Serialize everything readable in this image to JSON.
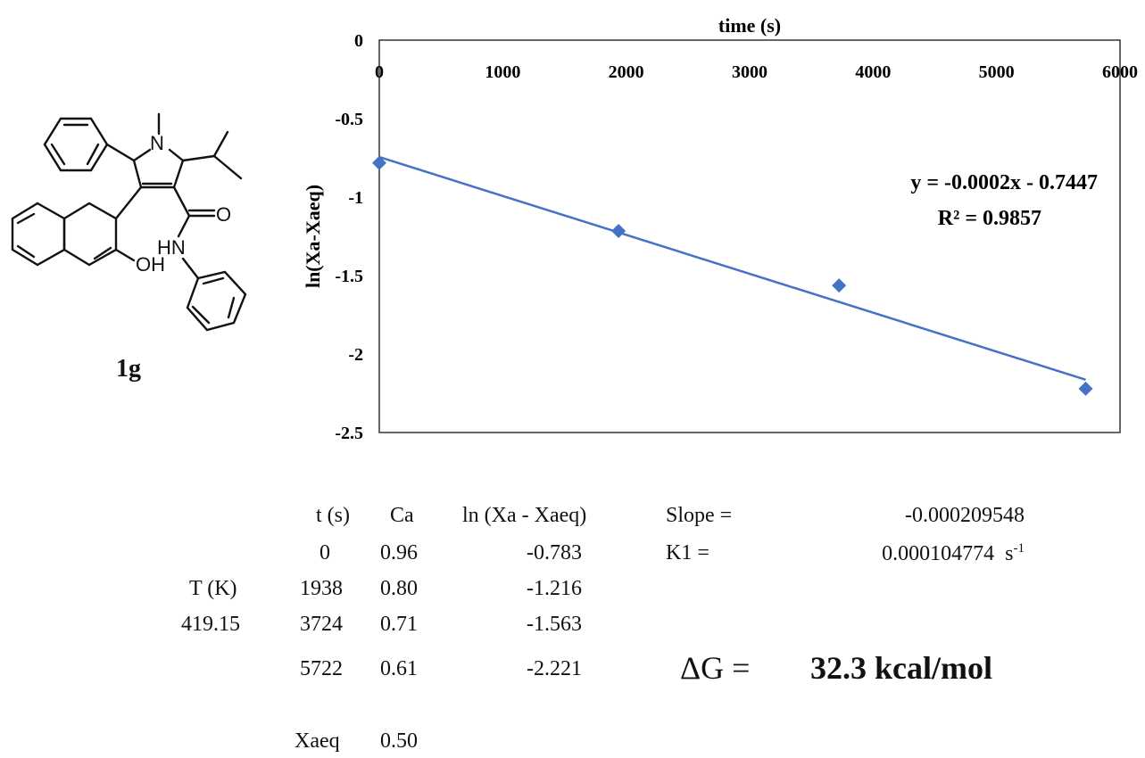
{
  "compound": {
    "label": "1g",
    "atoms": {
      "n": "N",
      "o": "O",
      "hn": "HN",
      "oh": "OH"
    }
  },
  "chart_data": {
    "type": "scatter",
    "title": "",
    "xlabel": "time (s)",
    "ylabel": "ln(Xa-Xaeq)",
    "xlim": [
      0,
      6000
    ],
    "ylim": [
      -2.5,
      0
    ],
    "x_ticks": [
      0,
      1000,
      2000,
      3000,
      4000,
      5000,
      6000
    ],
    "y_ticks": [
      0,
      -0.5,
      -1,
      -1.5,
      -2,
      -2.5
    ],
    "x_tick_labels": [
      "0",
      "1000",
      "2000",
      "3000",
      "4000",
      "5000",
      "6000"
    ],
    "y_tick_labels": [
      "0",
      "-0.5",
      "-1",
      "-1.5",
      "-2",
      "-2.5"
    ],
    "x_axis_position": "top",
    "grid": false,
    "series": [
      {
        "x": [
          0,
          1938,
          3724,
          5722
        ],
        "y": [
          -0.783,
          -1.216,
          -1.563,
          -2.221
        ],
        "color": "#4472c4",
        "marker": "diamond"
      }
    ],
    "trendline": {
      "slope": -0.000248,
      "intercept": -0.7447,
      "x_range": [
        0,
        5722
      ],
      "color": "#4472c4"
    },
    "annotations": [
      "y = -0.0002x - 0.7447",
      "R² = 0.9857"
    ]
  },
  "table": {
    "headers": {
      "t": "t  (s)",
      "ca": "Ca",
      "ln": "ln (Xa - Xaeq)"
    },
    "rows": [
      {
        "t": "0",
        "ca": "0.96",
        "ln": "-0.783"
      },
      {
        "t": "1938",
        "ca": "0.80",
        "ln": "-1.216"
      },
      {
        "t": "3724",
        "ca": "0.71",
        "ln": "-1.563"
      },
      {
        "t": "5722",
        "ca": "0.61",
        "ln": "-2.221"
      }
    ],
    "temp_label": "T (K)",
    "temp_value": "419.15",
    "xaeq_label": "Xaeq",
    "xaeq_value": "0.50"
  },
  "results": {
    "slope_label": "Slope =",
    "slope_value": "-0.000209548",
    "k1_label": "K1 =",
    "k1_value": "0.000104774",
    "k1_unit": "s",
    "k1_unit_sup": "-1",
    "dg_label": "ΔG  =",
    "dg_value": "32.3 kcal/mol"
  }
}
